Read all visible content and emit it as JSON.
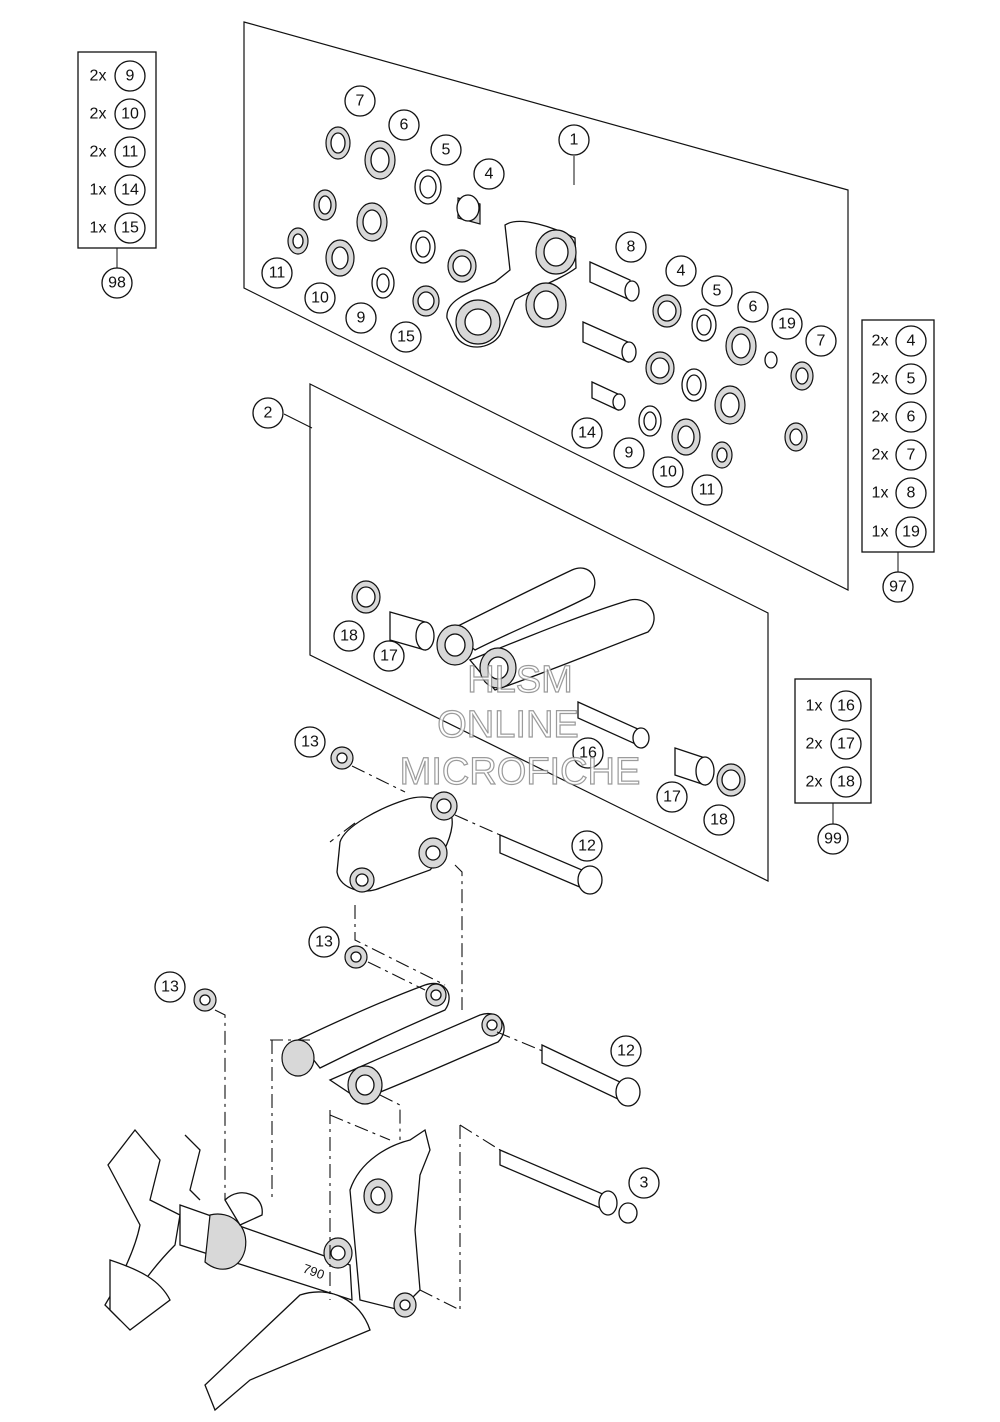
{
  "callouts": {
    "c1": "1",
    "c2": "2",
    "c3": "3",
    "k1_7": "7",
    "k1_6": "6",
    "k1_5": "5",
    "k1_4": "4",
    "k1_11": "11",
    "k1_10": "10",
    "k1_9": "9",
    "k1_15": "15",
    "k1_8": "8",
    "k1_4b": "4",
    "k1_5b": "5",
    "k1_6b": "6",
    "k1_19": "19",
    "k1_7b": "7",
    "k1_14": "14",
    "k1_9b": "9",
    "k1_10b": "10",
    "k1_11b": "11",
    "k2_18": "18",
    "k2_17": "17",
    "k2_16": "16",
    "k2_17b": "17",
    "k2_18b": "18",
    "a_13a": "13",
    "a_13b": "13",
    "a_13c": "13",
    "a_12a": "12",
    "a_12b": "12"
  },
  "kit_tables": [
    {
      "ref": "98",
      "rows": [
        {
          "qty": "2x",
          "part": "9"
        },
        {
          "qty": "2x",
          "part": "10"
        },
        {
          "qty": "2x",
          "part": "11"
        },
        {
          "qty": "1x",
          "part": "14"
        },
        {
          "qty": "1x",
          "part": "15"
        }
      ]
    },
    {
      "ref": "97",
      "rows": [
        {
          "qty": "2x",
          "part": "4"
        },
        {
          "qty": "2x",
          "part": "5"
        },
        {
          "qty": "2x",
          "part": "6"
        },
        {
          "qty": "2x",
          "part": "7"
        },
        {
          "qty": "1x",
          "part": "8"
        },
        {
          "qty": "1x",
          "part": "19"
        }
      ]
    },
    {
      "ref": "99",
      "rows": [
        {
          "qty": "1x",
          "part": "16"
        },
        {
          "qty": "2x",
          "part": "17"
        },
        {
          "qty": "2x",
          "part": "18"
        }
      ]
    }
  ],
  "watermark": [
    "HLSM",
    "ONLINE",
    "MICROFICHE"
  ],
  "frame_label": "790"
}
